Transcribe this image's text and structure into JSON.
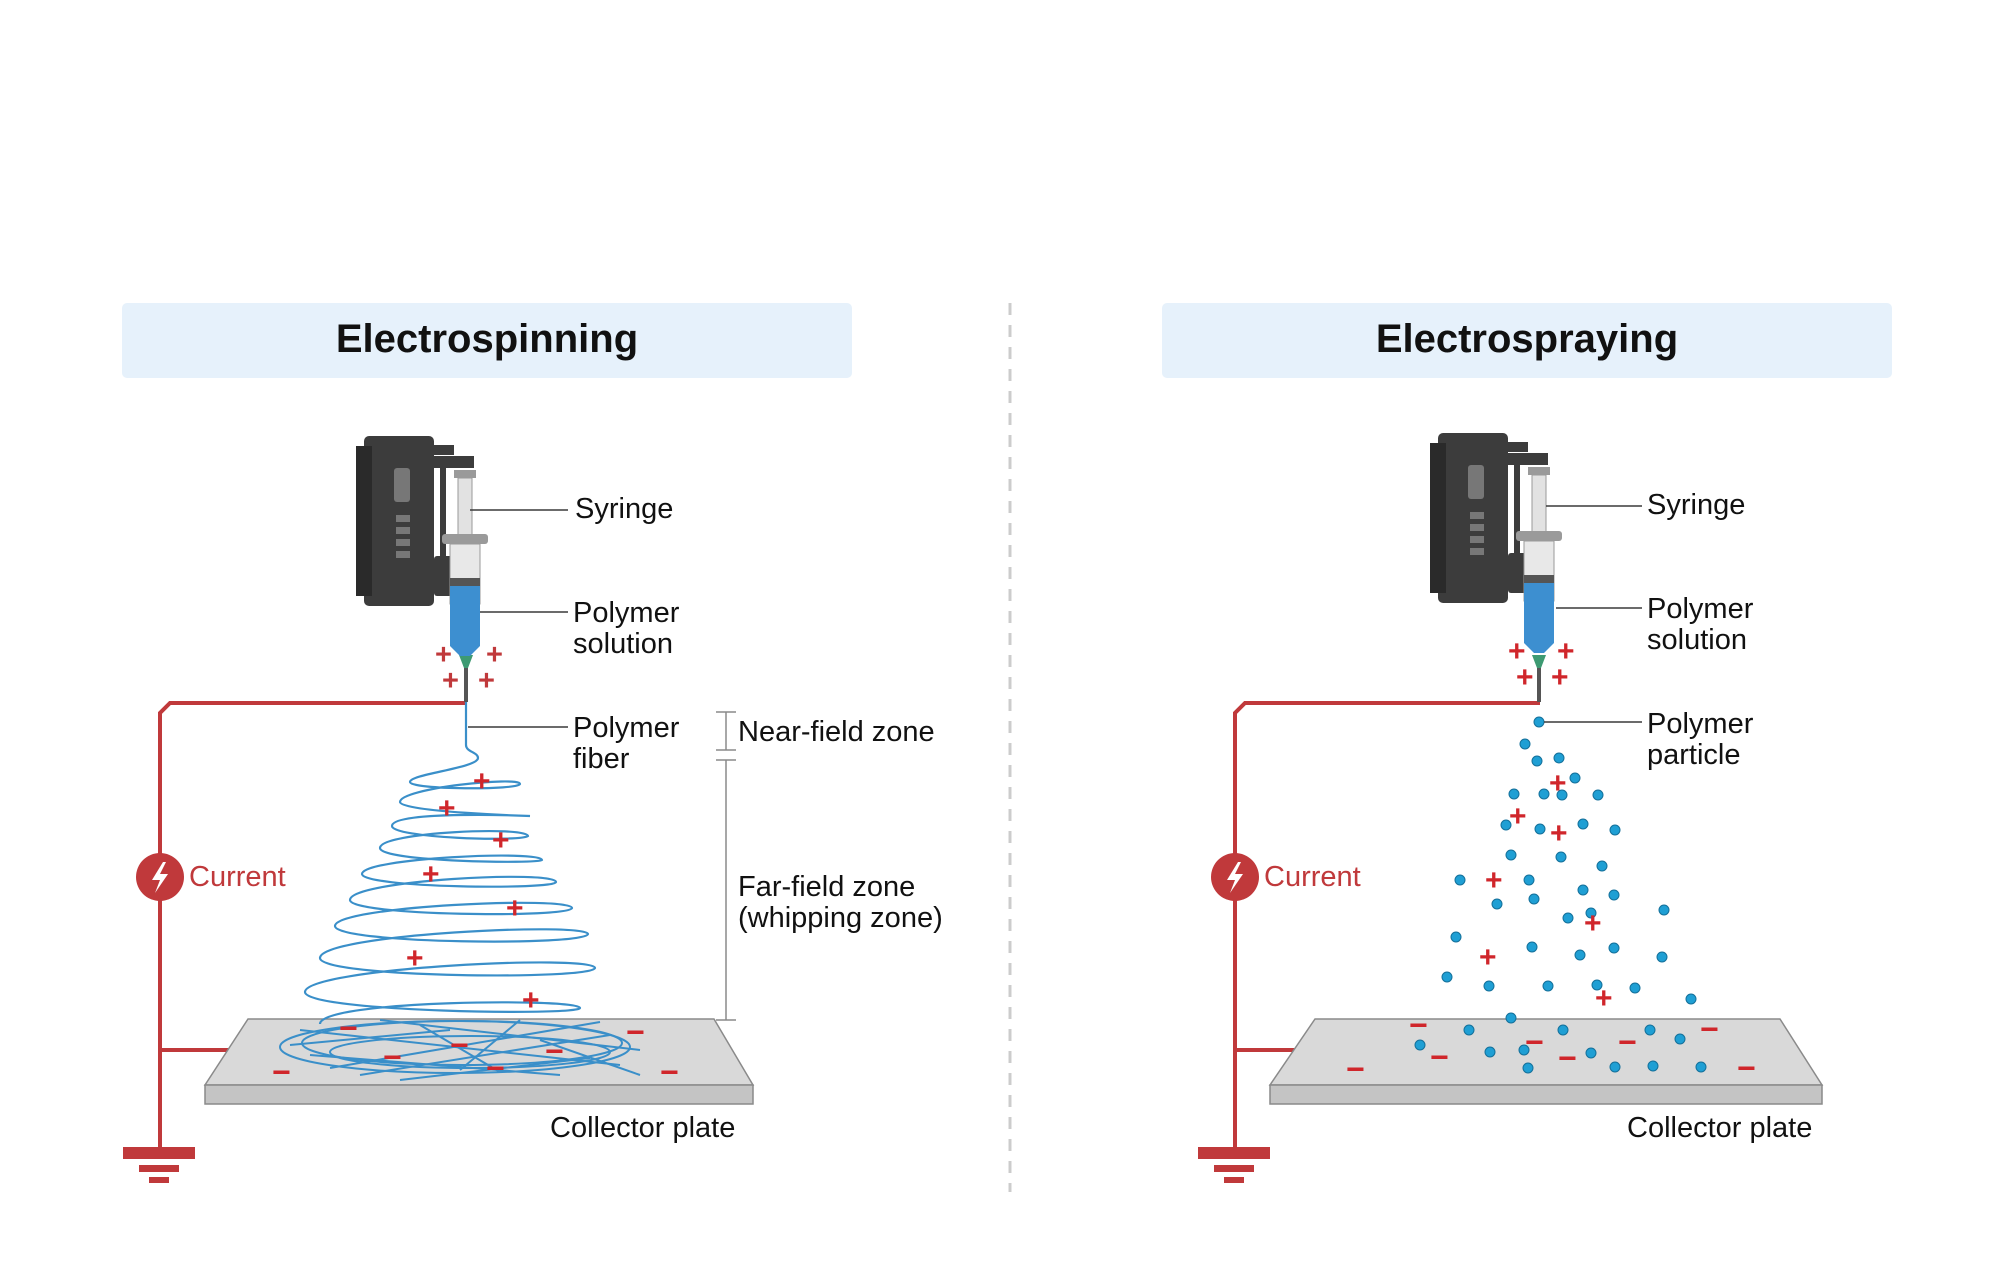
{
  "colors": {
    "title_bg": "#e6f1fb",
    "circuit": "#c0393b",
    "fiber": "#3a8fc9",
    "particle": "#1f9fd4",
    "solution": "#3d8fd0",
    "pump_body": "#3c3c3c",
    "plate": "#d3d3d3",
    "divider": "#cccccc"
  },
  "icons": {
    "current": "lightning-bolt-icon",
    "ground": "ground-symbol-icon",
    "pump": "syringe-pump-icon"
  },
  "left": {
    "title": "Electrospinning",
    "labels": {
      "syringe": "Syringe",
      "solution_line1": "Polymer",
      "solution_line2": "solution",
      "output_line1": "Polymer",
      "output_line2": "fiber",
      "near_field": "Near-field zone",
      "far_field_line1": "Far-field zone",
      "far_field_line2": "(whipping zone)",
      "current": "Current",
      "collector": "Collector plate"
    }
  },
  "right": {
    "title": "Electrospraying",
    "labels": {
      "syringe": "Syringe",
      "solution_line1": "Polymer",
      "solution_line2": "solution",
      "output_line1": "Polymer",
      "output_line2": "particle",
      "current": "Current",
      "collector": "Collector plate"
    }
  },
  "symbols": {
    "plus": "+",
    "minus": "−"
  }
}
